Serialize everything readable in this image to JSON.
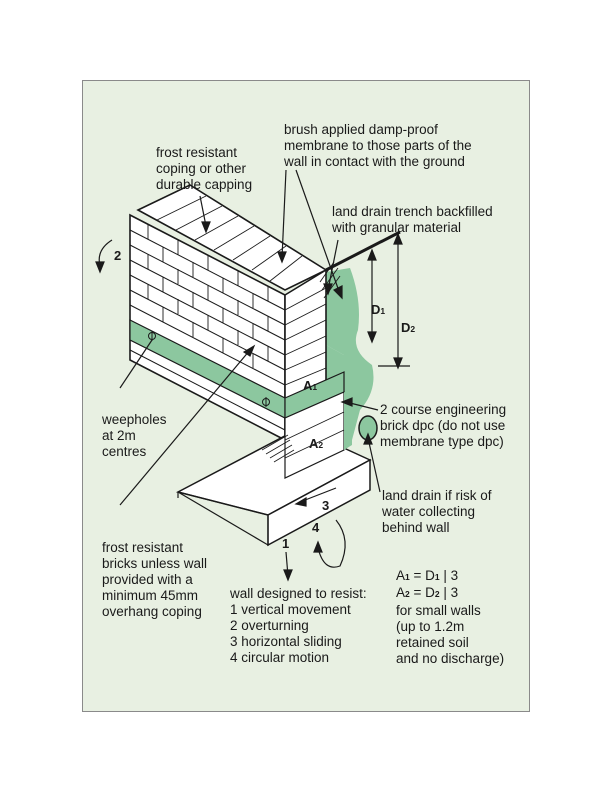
{
  "labels": {
    "coping": "frost resistant\ncoping or other\ndurable capping",
    "membrane": "brush applied damp-proof\nmembrane to those parts of the\nwall in contact with the ground",
    "drain_trench": "land drain trench backfilled\nwith granular material",
    "weepholes": "weepholes\nat 2m\ncentres",
    "dpc": "2 course engineering\nbrick dpc (do not use\nmembrane type dpc)",
    "land_drain": "land drain if risk of\nwater collecting\nbehind wall",
    "bricks": "frost resistant\nbricks unless wall\nprovided with a\nminimum 45mm\noverhang coping",
    "resist": "wall designed to resist:\n1 vertical movement\n2 overturning\n3 horizontal sliding\n4 circular motion",
    "small_walls": "for small walls\n(up to 1.2m\nretained soil\nand no discharge)"
  },
  "formulas": {
    "a1": {
      "lhs": "A",
      "lhs_sub": "1",
      "mid": " = D",
      "mid_sub": "1",
      "rhs": " | 3"
    },
    "a2": {
      "lhs": "A",
      "lhs_sub": "2",
      "mid": " = D",
      "mid_sub": "2",
      "rhs": " | 3"
    }
  },
  "markers": {
    "d1": {
      "main": "D",
      "sub": "1"
    },
    "d2": {
      "main": "D",
      "sub": "2"
    },
    "a1": {
      "main": "A",
      "sub": "1"
    },
    "a2": {
      "main": "A",
      "sub": "2"
    }
  },
  "movement_numbers": {
    "n1": "1",
    "n2": "2",
    "n3": "3",
    "n4": "4"
  },
  "colors": {
    "panel": "#e8f0e2",
    "green": "#8cc79f",
    "line": "#1a1a1a"
  }
}
